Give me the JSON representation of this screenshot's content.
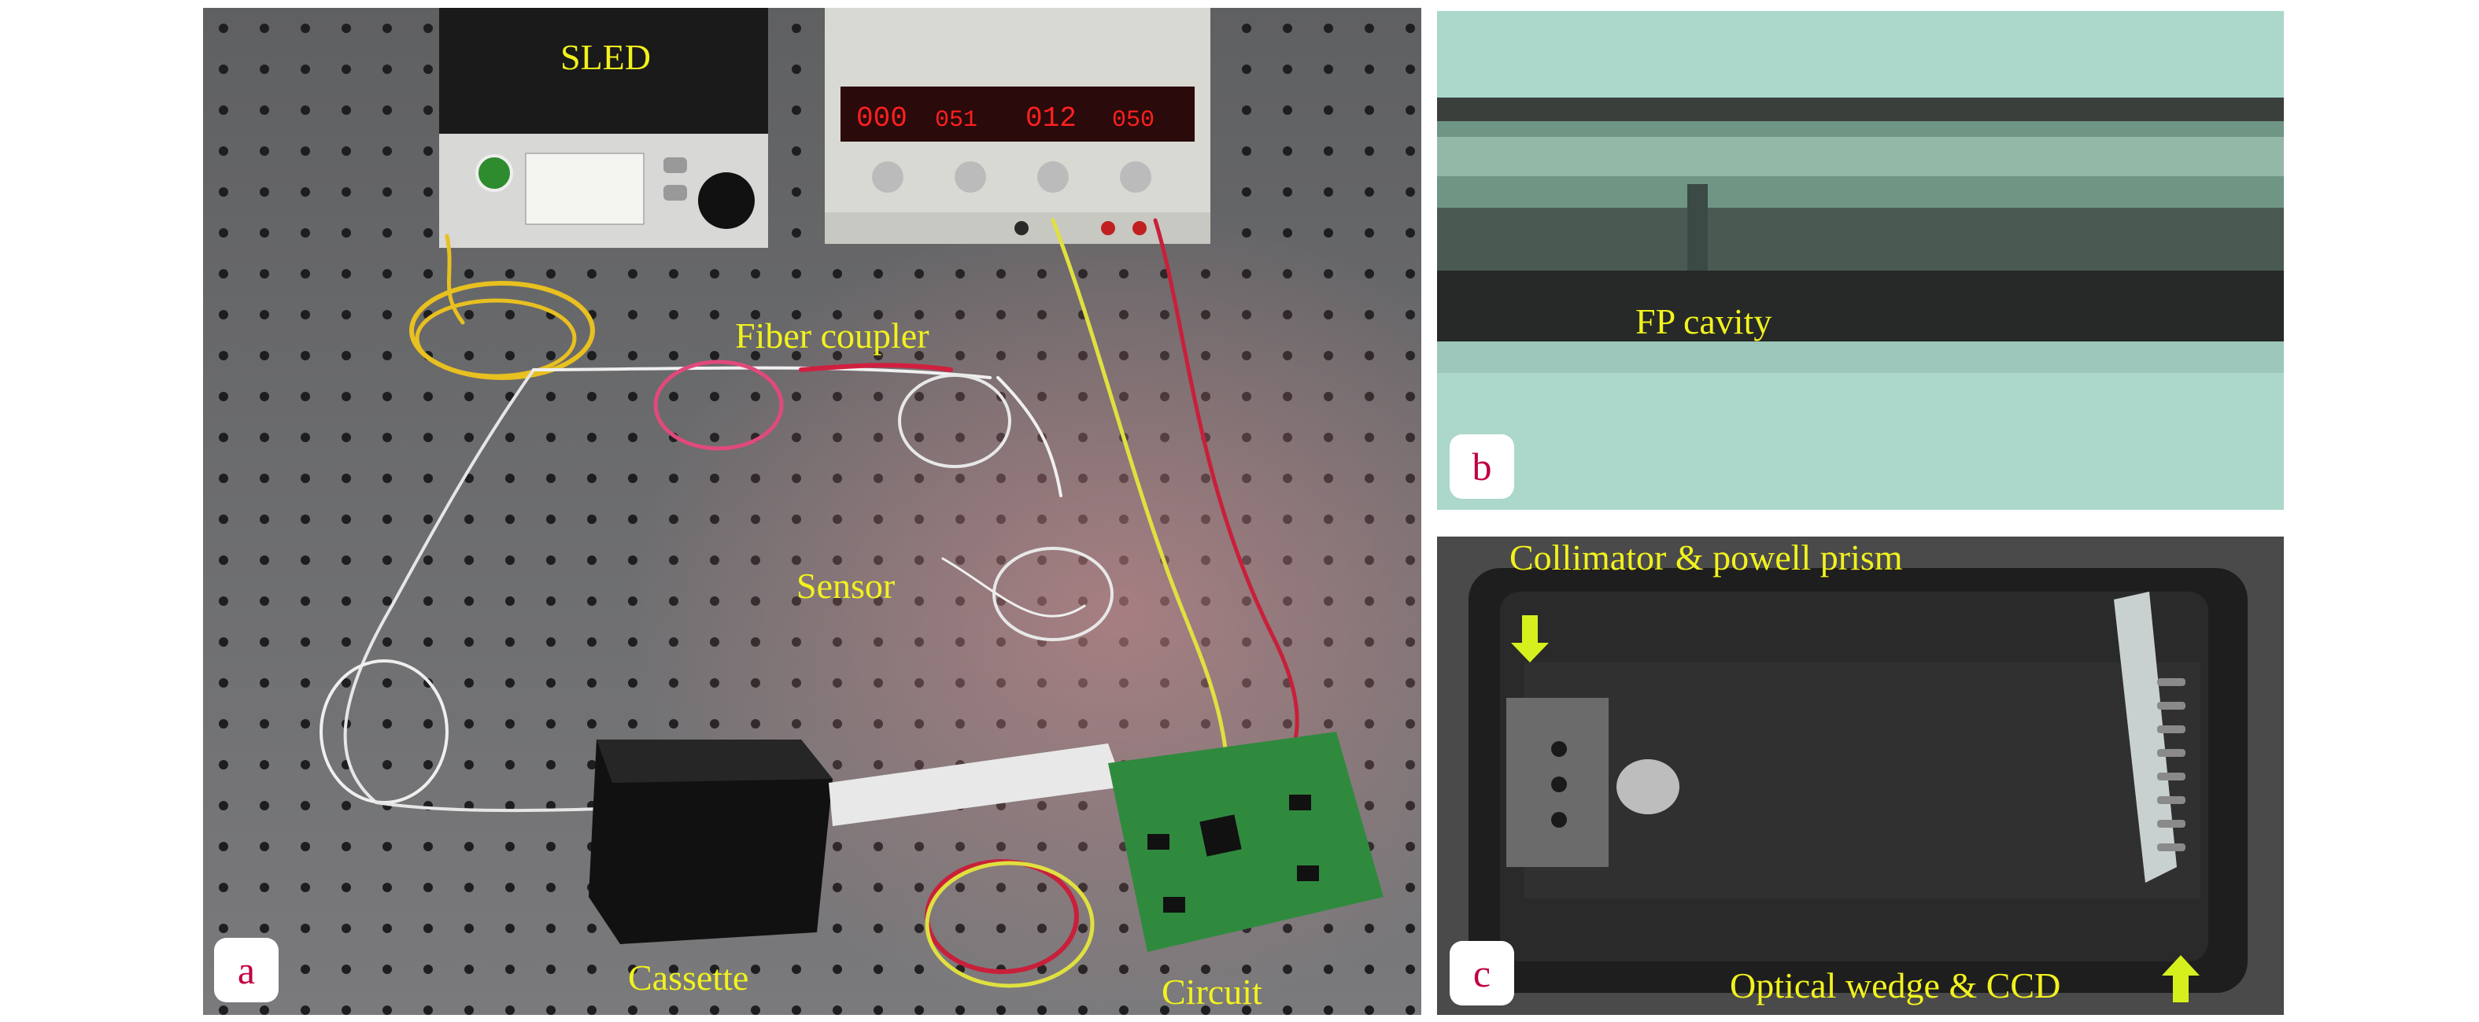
{
  "panel_a": {
    "badge": "a",
    "labels": {
      "sled": "SLED",
      "fiber_coupler": "Fiber coupler",
      "sensor": "Sensor",
      "cassette": "Cassette",
      "circuit": "Circuit"
    },
    "power_supply_readouts": [
      "000",
      "051",
      "012",
      "050"
    ]
  },
  "panel_b": {
    "badge": "b",
    "labels": {
      "fp_cavity": "FP cavity"
    }
  },
  "panel_c": {
    "badge": "c",
    "labels": {
      "collimator": "Collimator & powell prism",
      "wedge": "Optical wedge & CCD"
    }
  },
  "colors": {
    "label_yellow": "#f2f21e",
    "badge_text": "#c00040",
    "arrow_yellow": "#d6f01e",
    "readout_red": "#ff2020"
  }
}
